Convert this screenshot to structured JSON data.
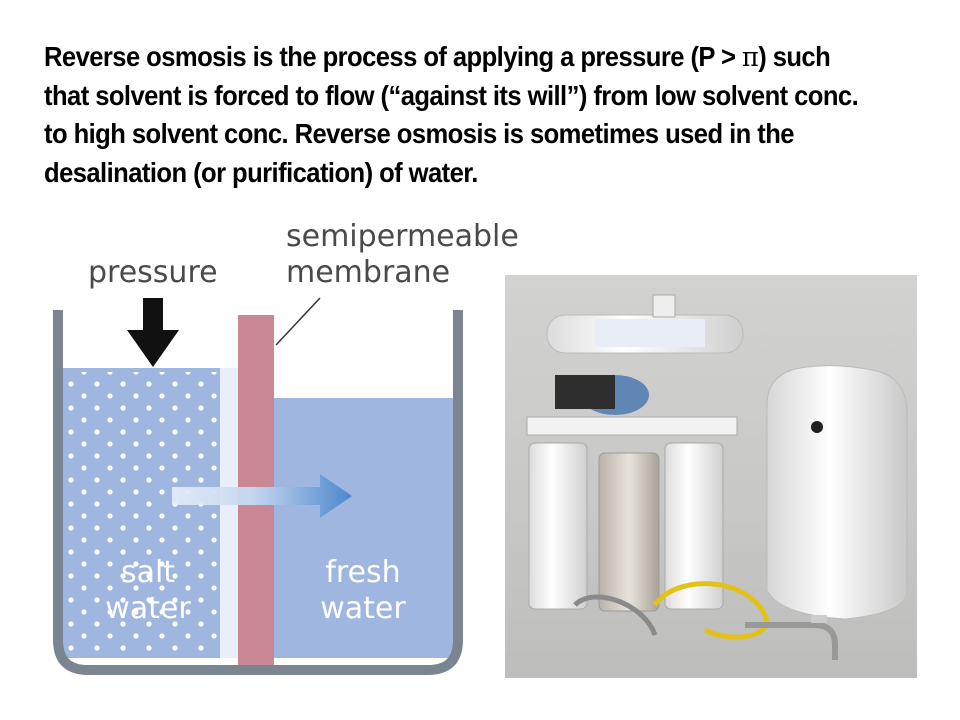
{
  "text": {
    "line1_a": "Reverse osmosis is the process of applying a pressure (P > ",
    "pi_symbol": "π",
    "line1_b": ") such",
    "line2": "that solvent is forced to flow (“against its will”) from low solvent conc.",
    "line3": "to high solvent conc. Reverse osmosis is sometimes used in the",
    "line4": "desalination (or purification) of water."
  },
  "diagram": {
    "pressure_label": "pressure",
    "membrane_label_1": "semipermeable",
    "membrane_label_2": "membrane",
    "salt_label_1": "salt",
    "salt_label_2": "water",
    "fresh_label_1": "fresh",
    "fresh_label_2": "water",
    "colors": {
      "water": "#9fb7e0",
      "tank_wall": "#7b8592",
      "membrane": "#c98893",
      "arrow": "#5b8fcf",
      "press_arrow": "#111111"
    }
  }
}
